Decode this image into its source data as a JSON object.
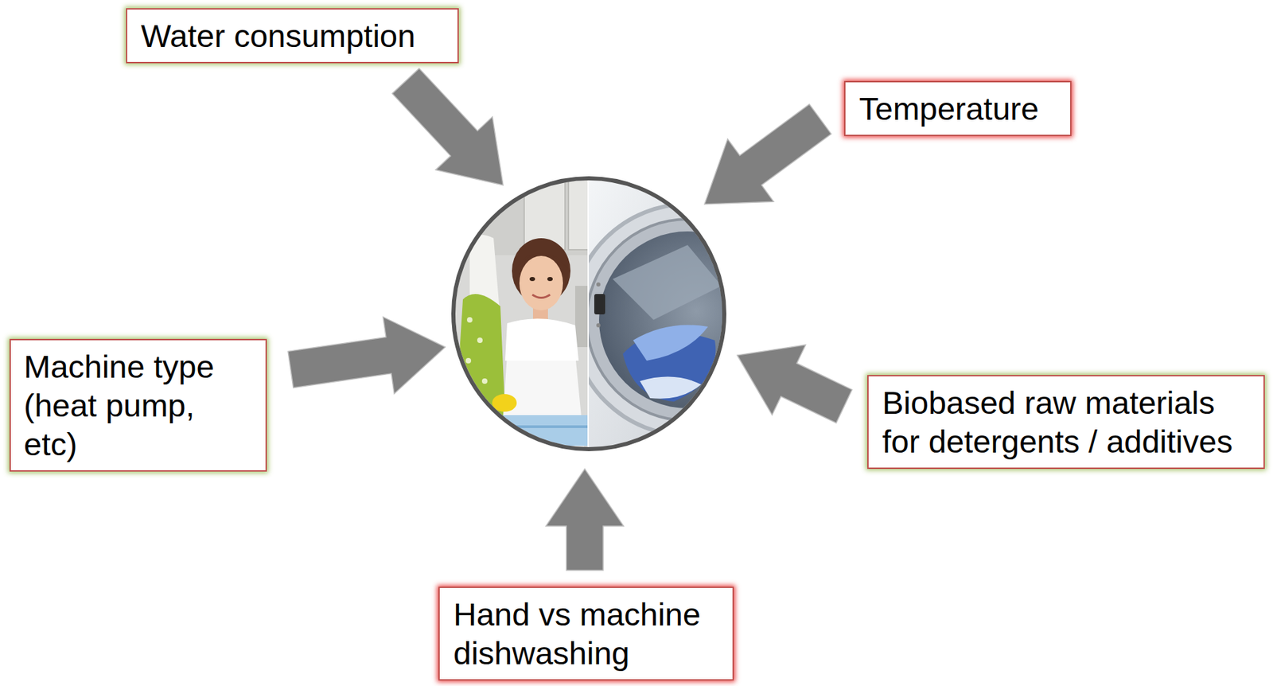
{
  "diagram": {
    "nodes": [
      {
        "text": [
          "Water consumption"
        ]
      },
      {
        "text": [
          "Temperature"
        ]
      },
      {
        "text": [
          "Machine type (heat pump, etc)"
        ]
      },
      {
        "text": [
          "Biobased raw materials for detergents / additives"
        ]
      },
      {
        "text": [
          "Hand vs machine dishwashing"
        ]
      }
    ]
  }
}
